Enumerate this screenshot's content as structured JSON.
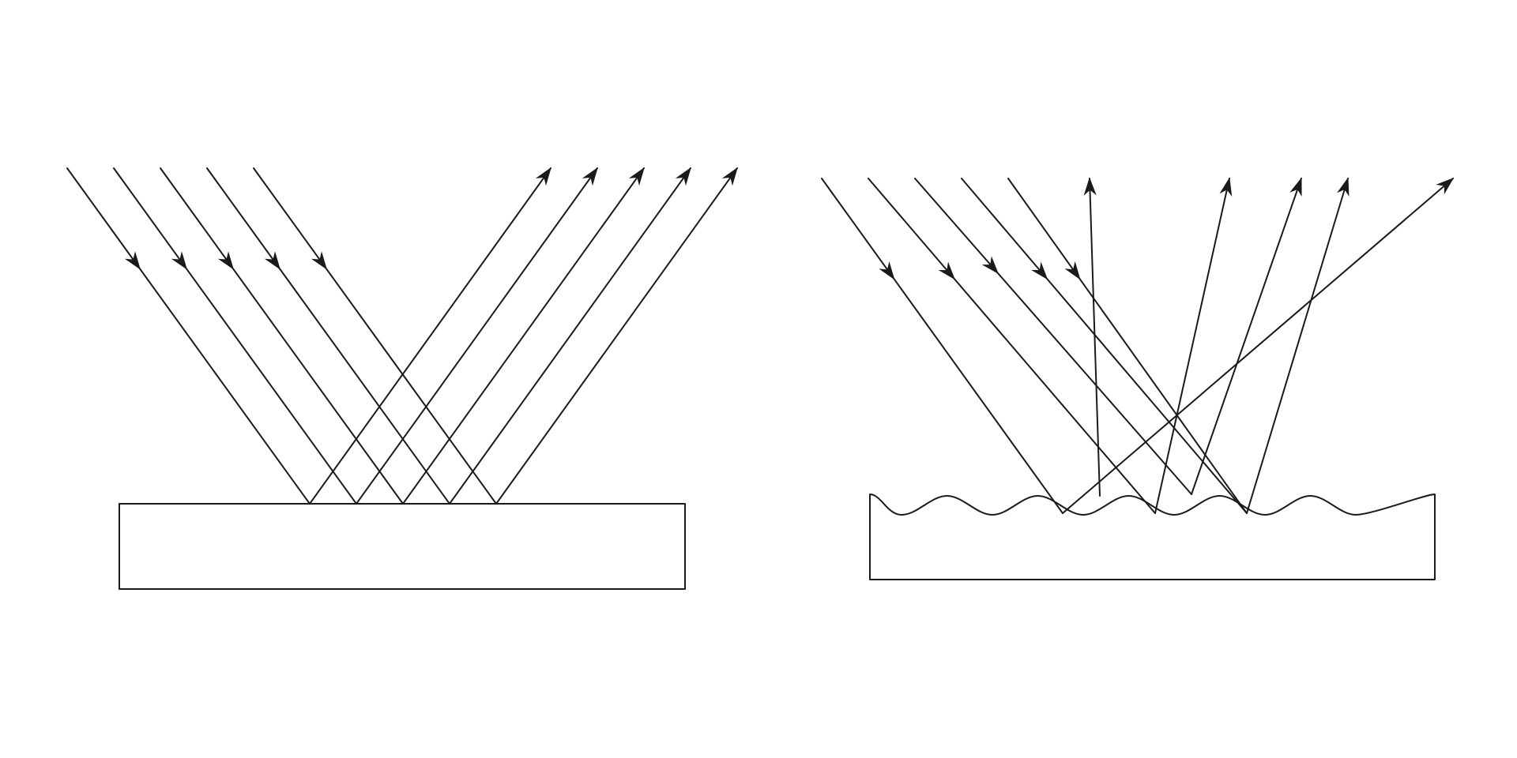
{
  "colors": {
    "stroke": "#1a1a1a",
    "background": "#ffffff"
  },
  "panels": [
    {
      "kind": "specular",
      "incident_rays": 5,
      "reflected_rays": 5
    },
    {
      "kind": "diffuse",
      "incident_rays": 5,
      "reflected_rays": 5
    }
  ]
}
